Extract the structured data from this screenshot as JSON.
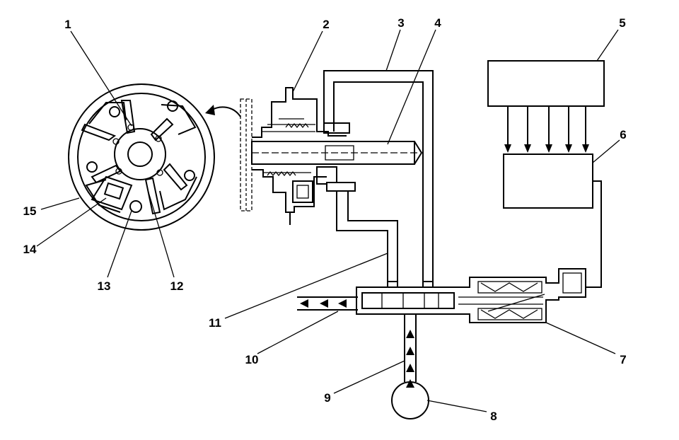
{
  "callouts": [
    {
      "id": "1",
      "text": "1"
    },
    {
      "id": "2",
      "text": "2"
    },
    {
      "id": "3",
      "text": "3"
    },
    {
      "id": "4",
      "text": "4"
    },
    {
      "id": "5",
      "text": "5"
    },
    {
      "id": "6",
      "text": "6"
    },
    {
      "id": "7",
      "text": "7"
    },
    {
      "id": "8",
      "text": "8"
    },
    {
      "id": "9",
      "text": "9"
    },
    {
      "id": "10",
      "text": "10"
    },
    {
      "id": "11",
      "text": "11"
    },
    {
      "id": "12",
      "text": "12"
    },
    {
      "id": "13",
      "text": "13"
    },
    {
      "id": "14",
      "text": "14"
    },
    {
      "id": "15",
      "text": "15"
    }
  ],
  "colors": {
    "ink": "#000000",
    "background": "#ffffff"
  }
}
